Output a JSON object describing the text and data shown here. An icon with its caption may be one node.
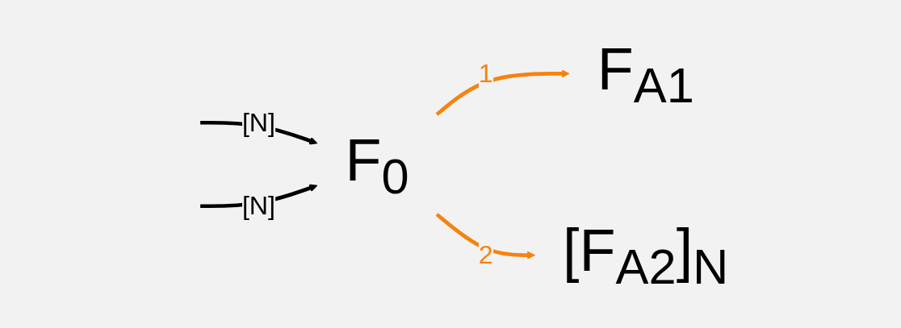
{
  "diagram": {
    "nodes": [
      {
        "text": [
          "F$_{0}$"
        ]
      },
      {
        "text": [
          "F$_{A1}$"
        ]
      },
      {
        "text": [
          "[F$_{A2}$]$_{N}$"
        ]
      }
    ],
    "edges": [
      {
        "from": 0,
        "to": 1,
        "arrow": "to",
        "label": "1",
        "color": "#f7820f"
      },
      {
        "from": 0,
        "to": 2,
        "arrow": "to",
        "label": "2",
        "color": "#f7820f"
      },
      {
        "from": null,
        "to": 0,
        "arrow": "to",
        "label": "[N]",
        "color": "#000000"
      },
      {
        "from": null,
        "to": 0,
        "arrow": "to",
        "label": "[N]",
        "color": "#000000"
      }
    ]
  }
}
